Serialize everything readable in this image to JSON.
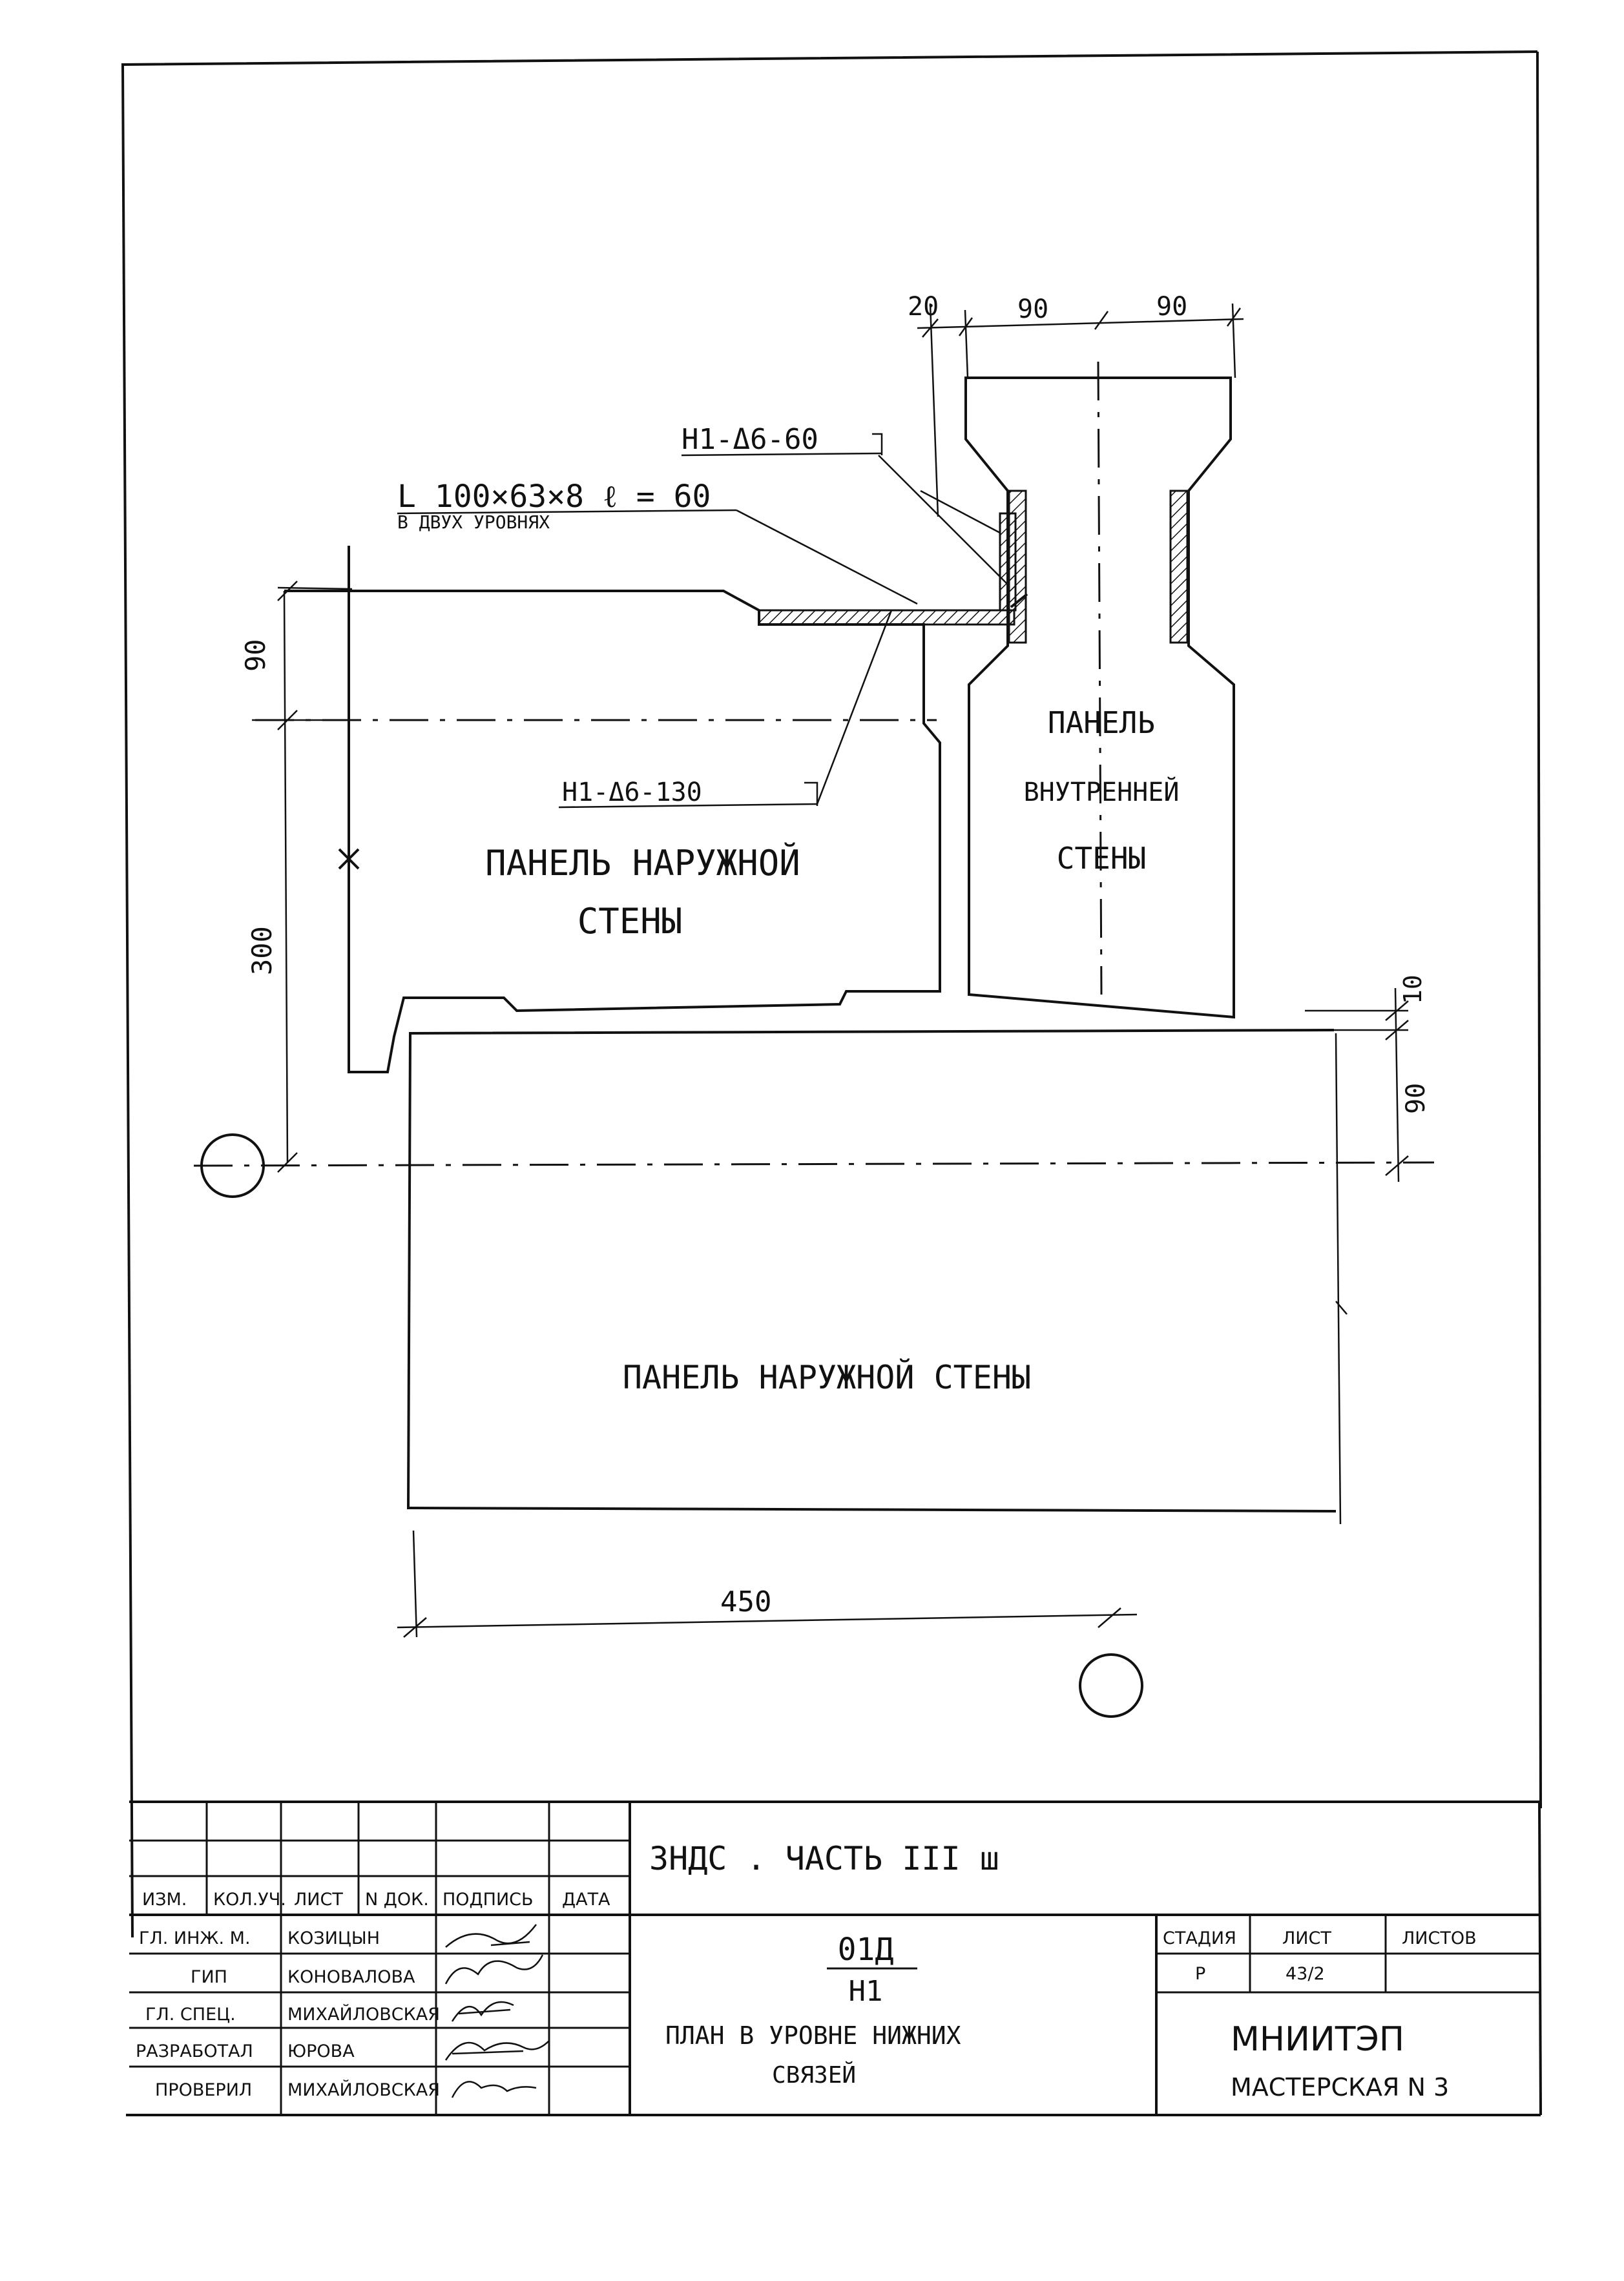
{
  "drawing": {
    "dims": {
      "d20": "20",
      "d90a": "90",
      "d90b": "90",
      "d90_left": "90",
      "d300": "300",
      "d10": "10",
      "d90_right": "90",
      "d450": "450"
    },
    "callouts": {
      "weld_top": "H1-Δ6-60",
      "angle": "L 100×63×8  ℓ = 60",
      "angle_note": "В ДВУХ УРОВНЯХ",
      "weld_bottom": "H1-Δ6-130"
    },
    "panels": {
      "inner_wall": [
        "ПАНЕЛЬ",
        "ВНУТРЕННЕЙ",
        "СТЕНЫ"
      ],
      "outer_wall_upper": [
        "ПАНЕЛЬ  НАРУЖНОЙ",
        "СТЕНЫ"
      ],
      "outer_wall_lower": "ПАНЕЛЬ   НАРУЖНОЙ    СТЕНЫ"
    }
  },
  "title_block": {
    "headers": [
      "ИЗМ.",
      "КОЛ.УЧ.",
      "ЛИСТ",
      "N ДОК.",
      "ПОДПИСЬ",
      "ДАТА"
    ],
    "rows": [
      {
        "role": "ГЛ. ИНЖ. М.",
        "name": "КОЗИЦЫН"
      },
      {
        "role": "ГИП",
        "name": "КОНОВАЛОВА"
      },
      {
        "role": "ГЛ. СПЕЦ.",
        "name": "МИХАЙЛОВСКАЯ"
      },
      {
        "role": "РАЗРАБОТАЛ",
        "name": "ЮРОВА"
      },
      {
        "role": "ПРОВЕРИЛ",
        "name": "МИХАЙЛОВСКАЯ"
      }
    ],
    "project": "ЗНДС . ЧАСТЬ III ш",
    "sheet_code": "01Д",
    "node": "Н1",
    "description_line1": "ПЛАН В УРОВНЕ НИЖНИХ",
    "description_line2": "СВЯЗЕЙ",
    "stage_header": "СТАДИЯ",
    "sheet_header": "ЛИСТ",
    "sheets_header": "ЛИСТОВ",
    "stage": "Р",
    "sheet": "43/2",
    "sheets": "",
    "org": "МНИИТЭП",
    "workshop": "МАСТЕРСКАЯ N 3"
  }
}
